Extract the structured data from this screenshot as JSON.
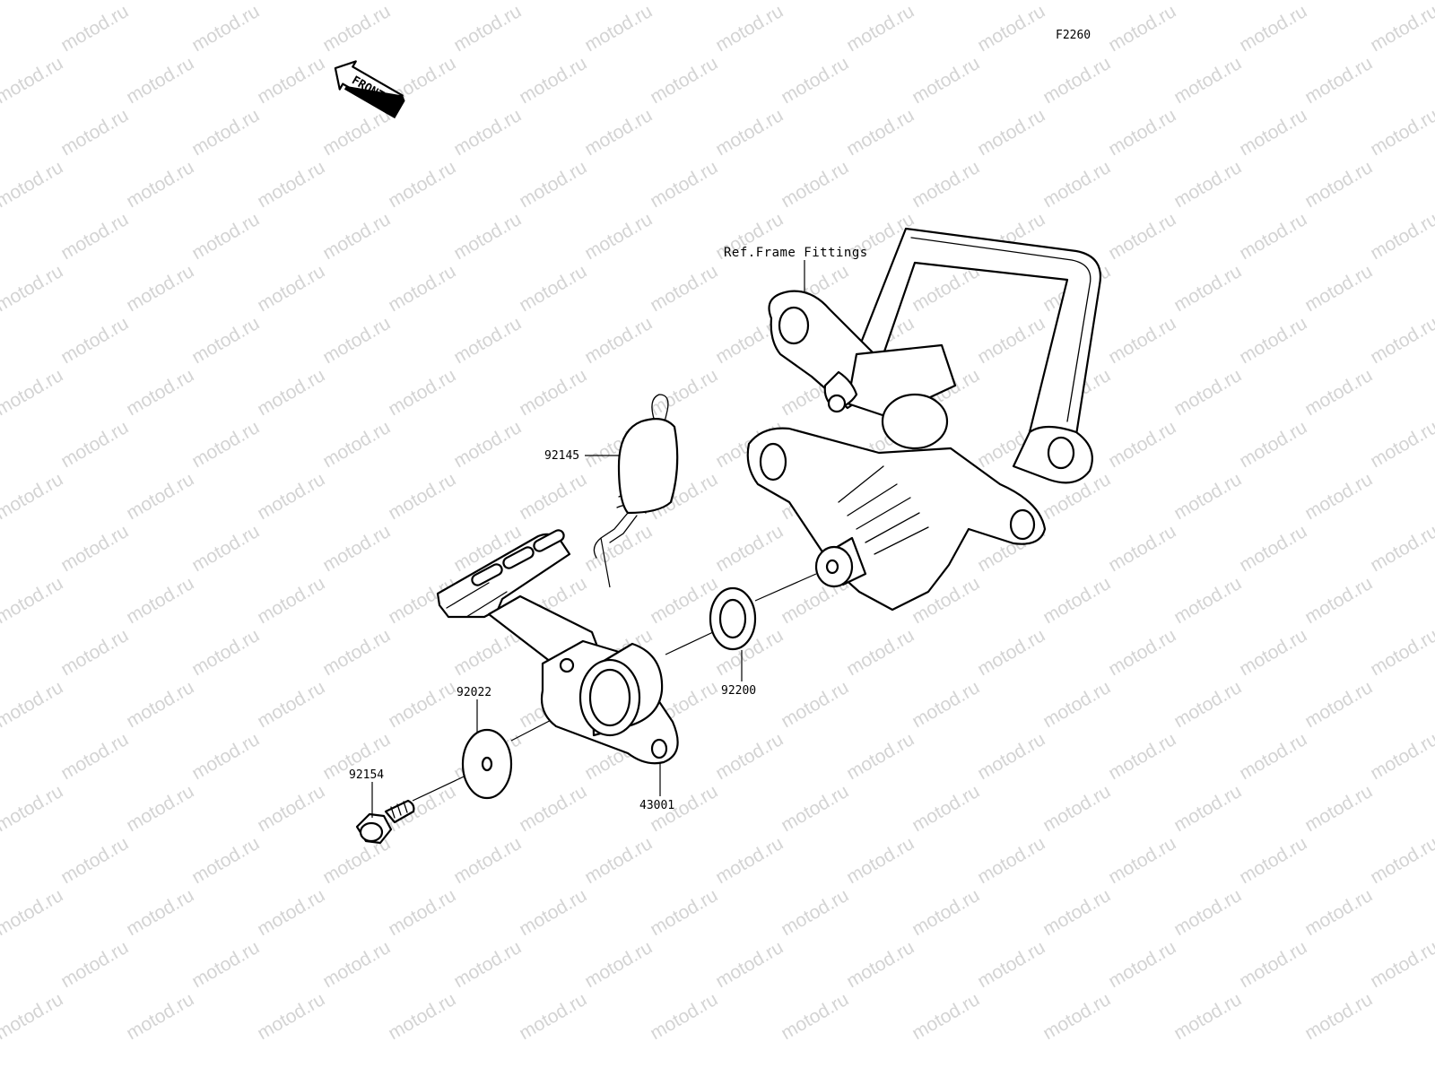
{
  "diagram_code": "F2260",
  "front_label": "FRONT",
  "ref_label": "Ref.Frame Fittings",
  "watermark_text": "motod.ru",
  "parts": {
    "spring": "92145",
    "washer_outer": "92022",
    "bolt": "92154",
    "pedal": "43001",
    "washer_inner": "92200"
  },
  "colors": {
    "line": "#000000",
    "watermark": "#d4d4d4",
    "background": "#ffffff"
  }
}
